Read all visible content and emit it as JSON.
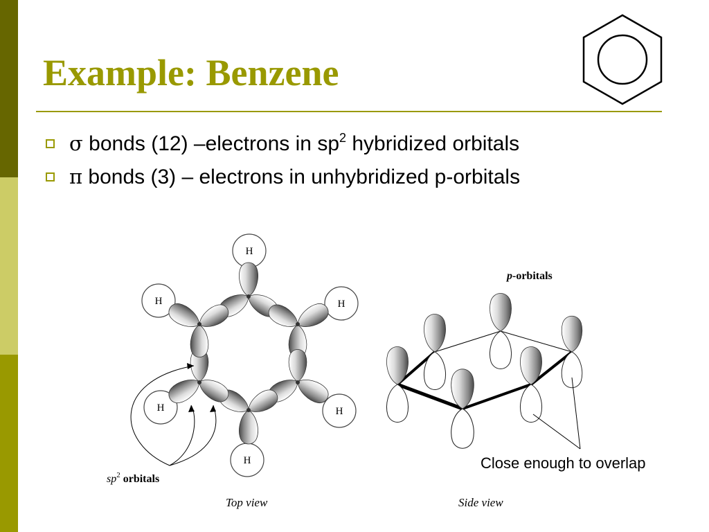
{
  "slide": {
    "title": "Example: Benzene",
    "bullets": [
      {
        "symbol": "σ",
        "pre": " bonds (12) –electrons in sp",
        "sup": "2",
        "post": " hybridized orbitals"
      },
      {
        "symbol": "π",
        "pre": " bonds (3) – electrons in unhybridized p-orbitals",
        "sup": "",
        "post": ""
      }
    ]
  },
  "figure": {
    "atom_label": "H",
    "sp2_label": {
      "sp": "sp",
      "sup": "2",
      "word": " orbitals"
    },
    "p_orbitals_label": {
      "p": "p",
      "rest": "-orbitals"
    },
    "top_view_caption": "Top view",
    "side_view_caption": "Side view",
    "overlap_caption": "Close enough to overlap"
  },
  "colors": {
    "sidebar_dark": "#666600",
    "sidebar_light": "#cccc66",
    "sidebar_mid": "#999900",
    "accent": "#999900",
    "title": "#999900",
    "lobe_shade": "#6e6e6e"
  },
  "icons": {
    "bullet": "hollow-square-bullet",
    "structure": "benzene-ring-icon"
  }
}
